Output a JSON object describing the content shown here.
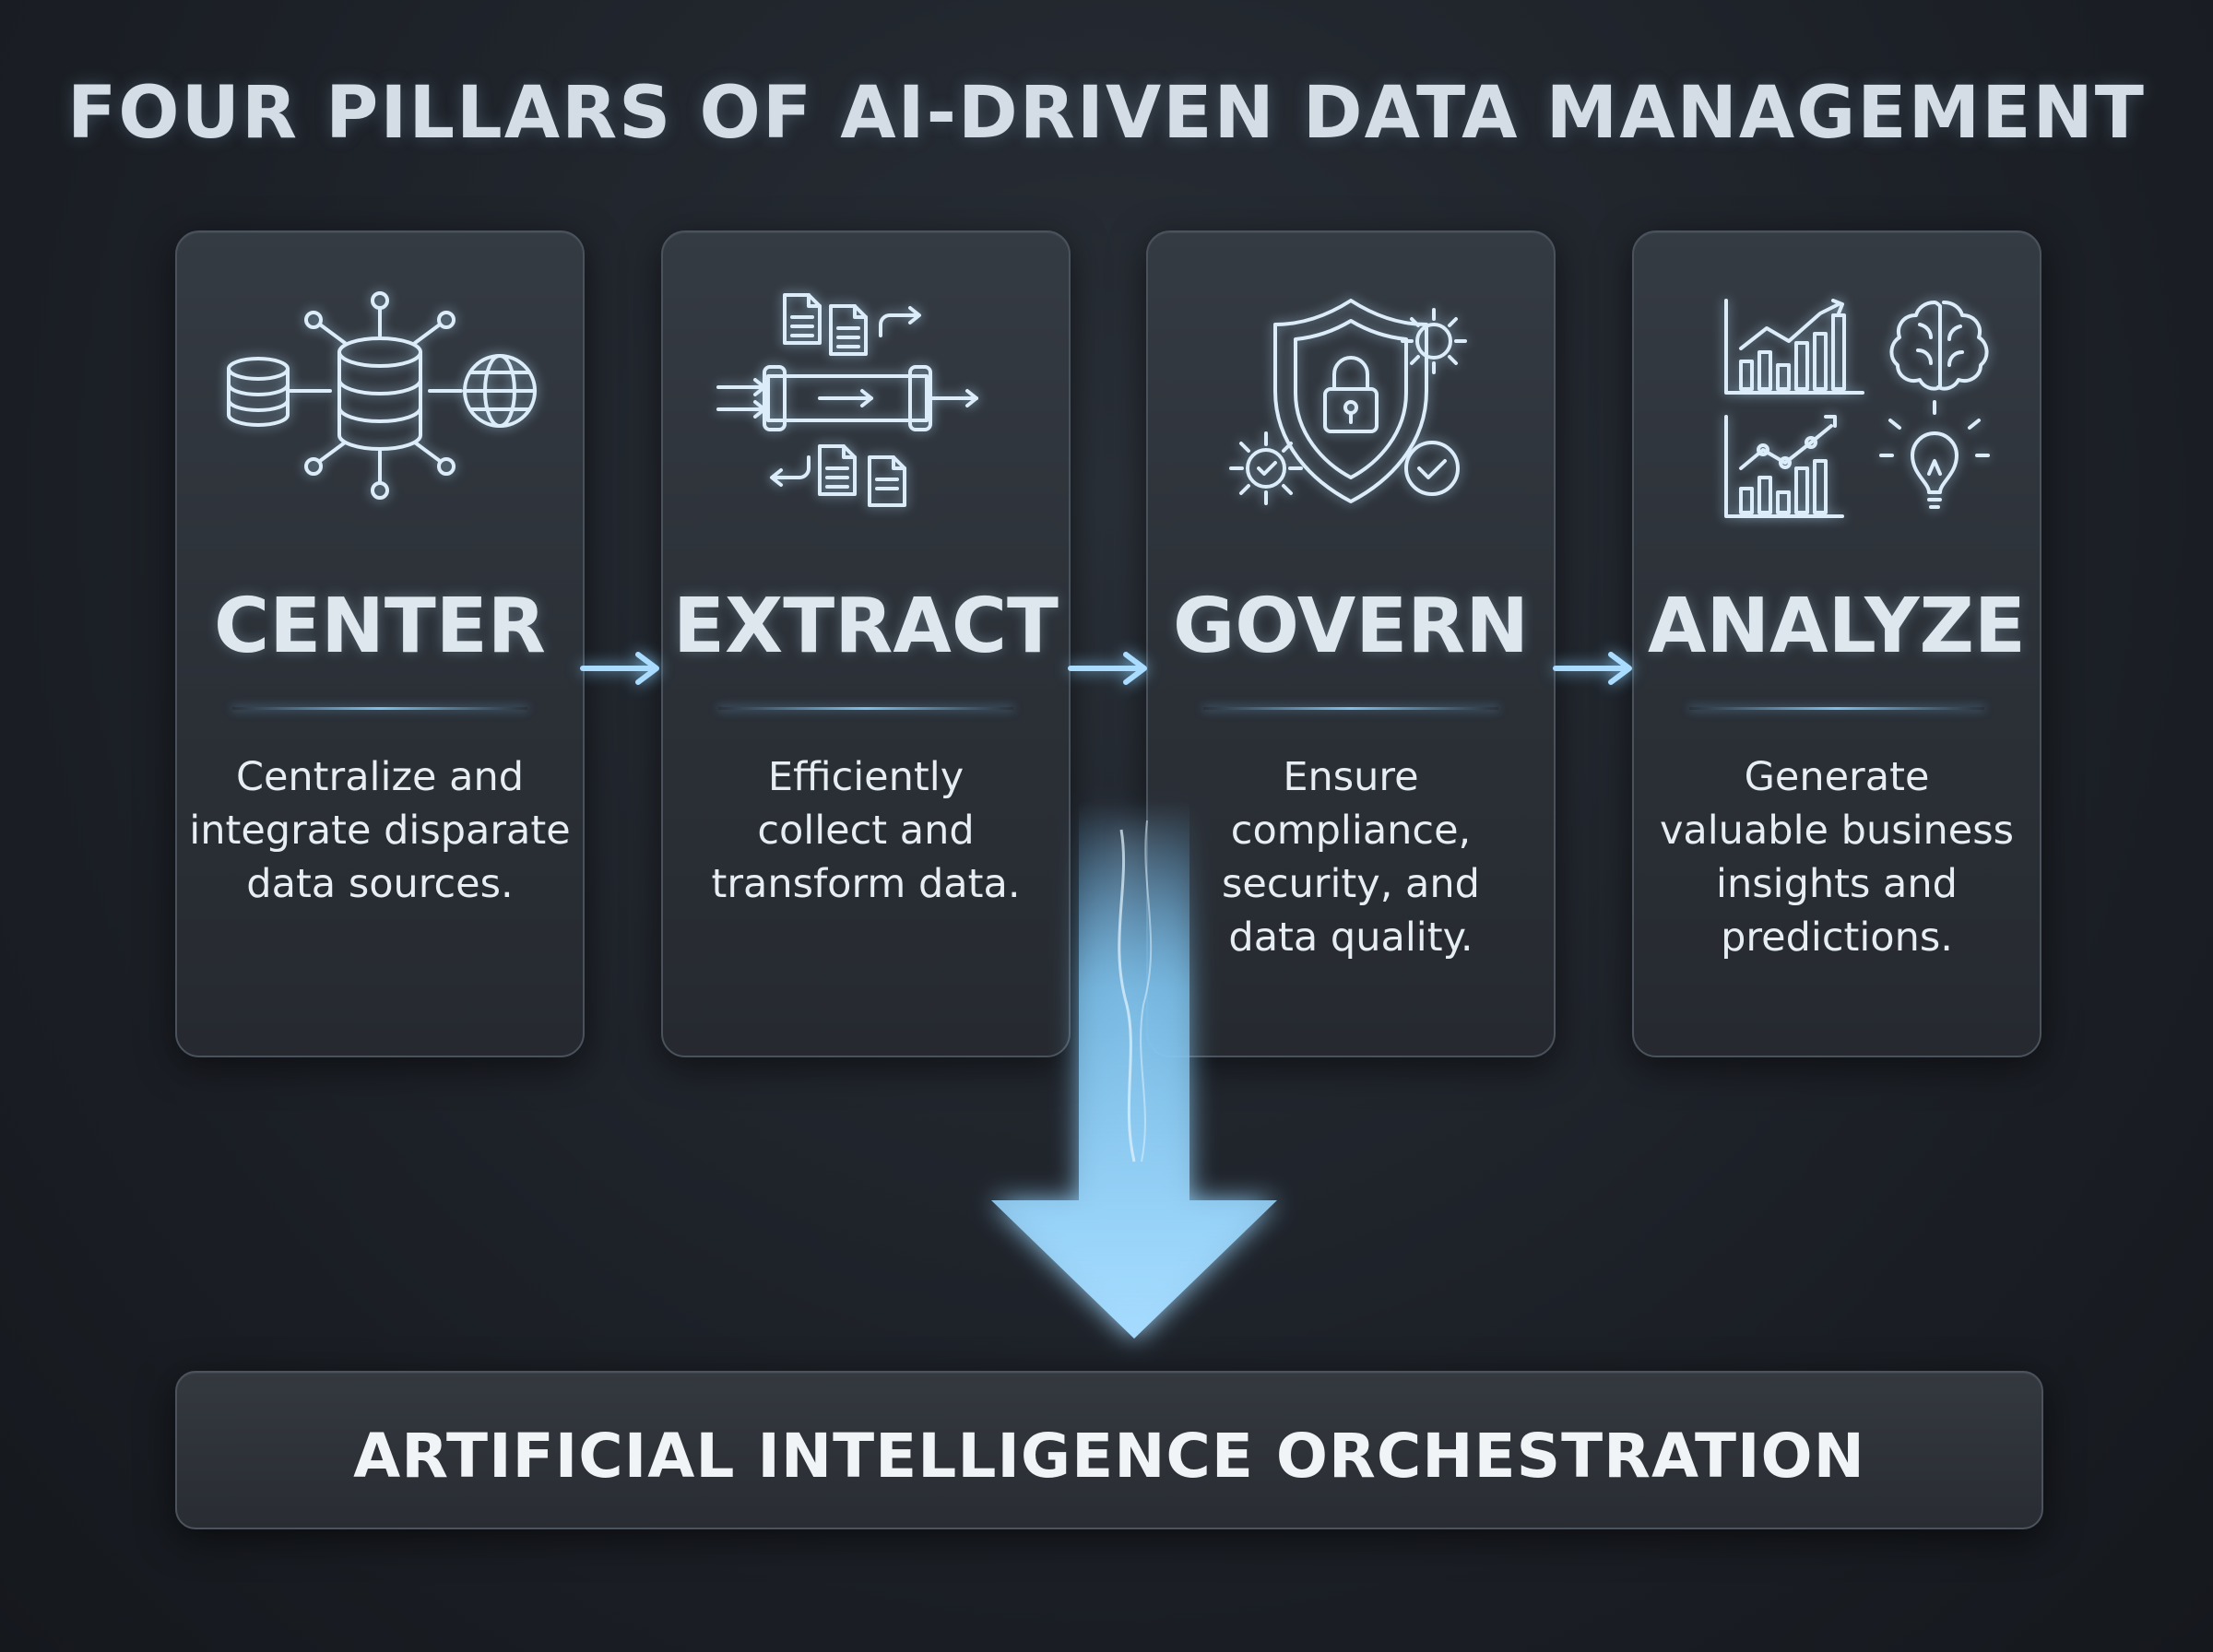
{
  "title": "FOUR PILLARS OF AI-DRIVEN DATA MANAGEMENT",
  "pillars": [
    {
      "name": "CENTER",
      "icon": "database-network-icon",
      "desc": [
        "Centralize and",
        "integrate disparate",
        "data sources."
      ]
    },
    {
      "name": "EXTRACT",
      "icon": "data-pipeline-icon",
      "desc": [
        "Efficiently",
        "collect and",
        "transform data."
      ]
    },
    {
      "name": "GOVERN",
      "icon": "shield-lock-icon",
      "desc": [
        "Ensure",
        "compliance,",
        "security, and",
        "data quality."
      ]
    },
    {
      "name": "ANALYZE",
      "icon": "analytics-insights-icon",
      "desc": [
        "Generate",
        "valuable business",
        "insights and",
        "predictions."
      ]
    }
  ],
  "footer": "ARTIFICIAL INTELLIGENCE ORCHESTRATION",
  "colors": {
    "accent": "#7fc0ea",
    "glow": "#a9dcff",
    "background": "#1d2128",
    "card": "#2f343b"
  }
}
